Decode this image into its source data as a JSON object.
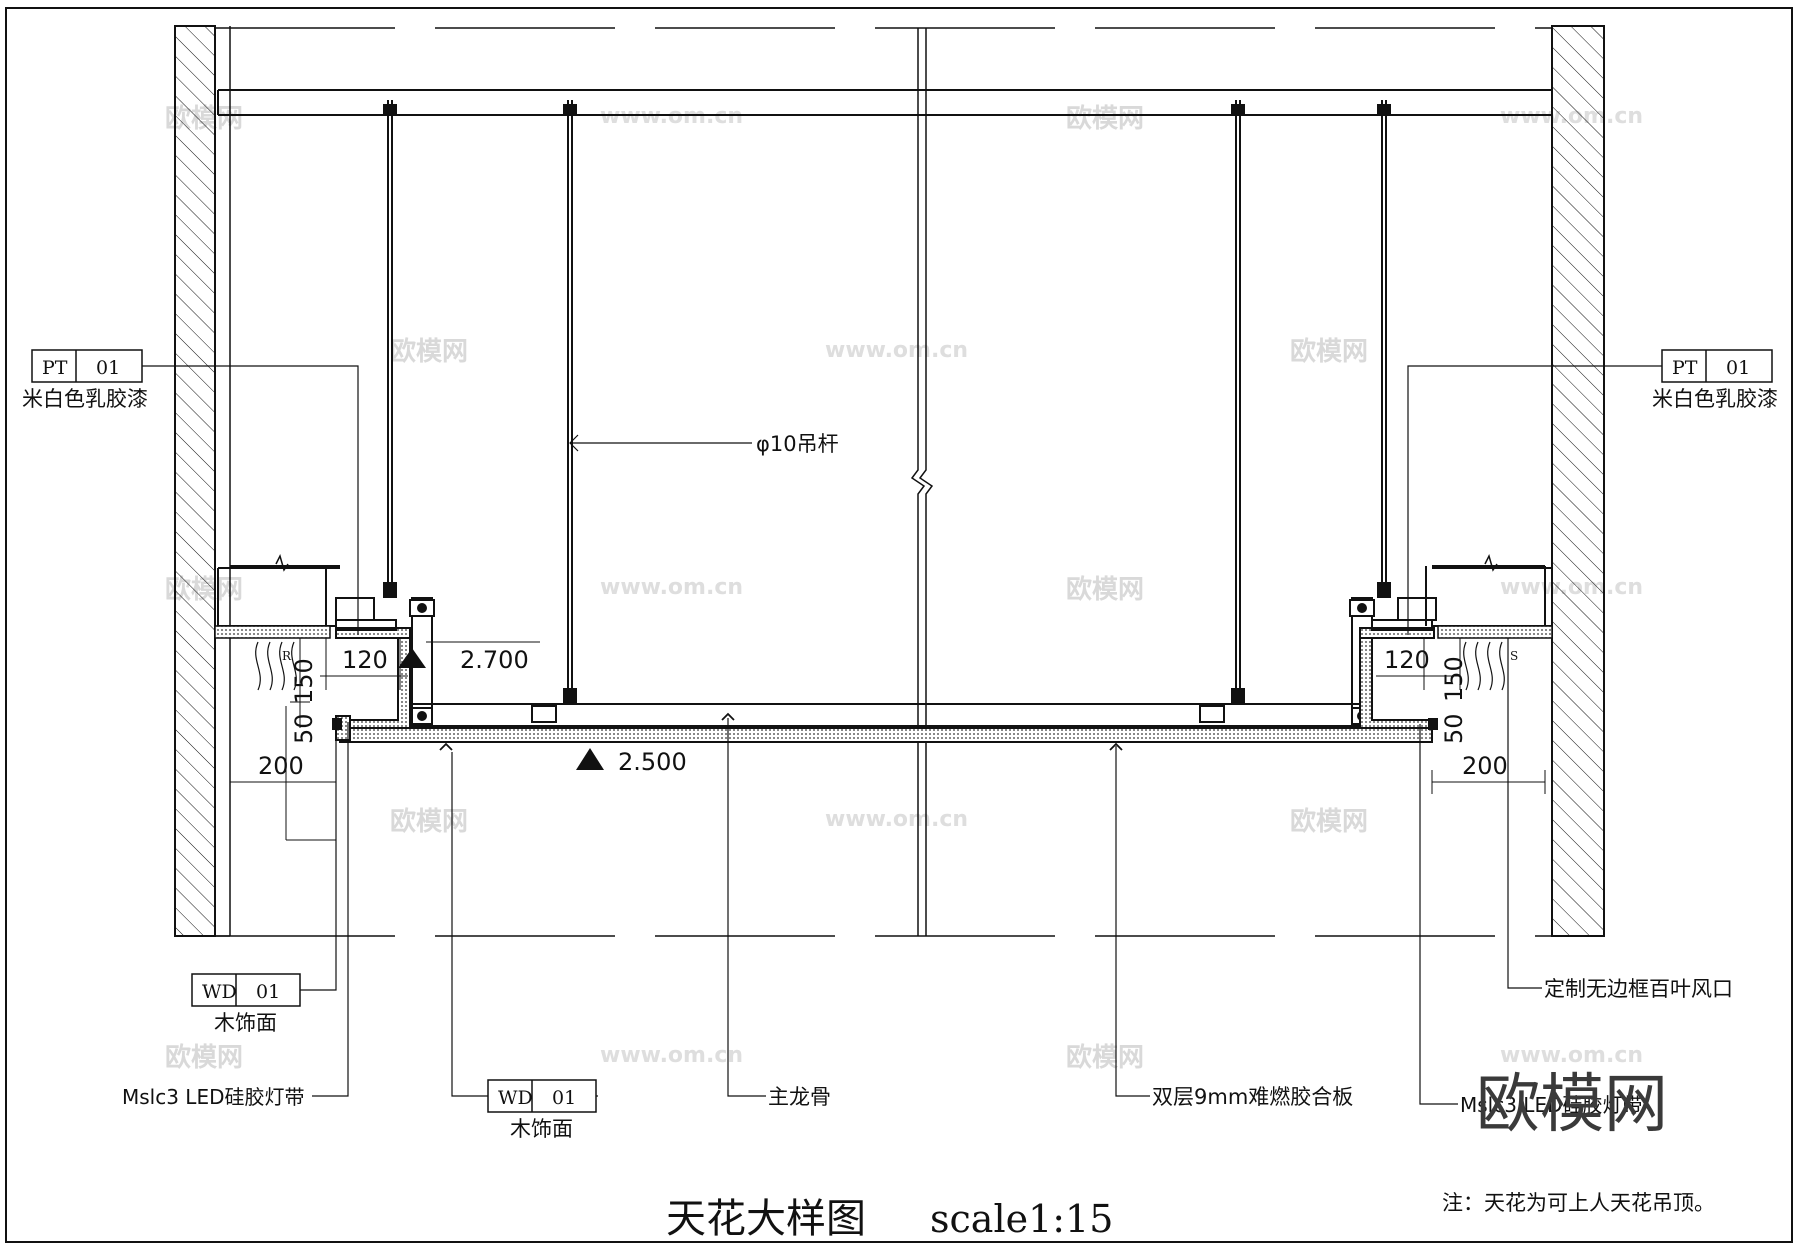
{
  "title": "天花大样图",
  "scale": "scale1:15",
  "note": "注：天花为可上人天花吊顶。",
  "elevations": {
    "upper": "2.700",
    "lower": "2.500"
  },
  "tags": {
    "pt_left": {
      "code": "PT",
      "num": "01",
      "desc": "米白色乳胶漆"
    },
    "pt_right": {
      "code": "PT",
      "num": "01",
      "desc": "米白色乳胶漆"
    },
    "wd_left": {
      "code": "WD",
      "num": "01",
      "desc": "木饰面"
    },
    "wd_center": {
      "code": "WD",
      "num": "01",
      "desc": "木饰面"
    }
  },
  "labels": {
    "hanger_rod": "φ10吊杆",
    "led_left": "Mslc3 LED硅胶灯带",
    "led_right": "Mslc3 LED硅胶灯带",
    "main_keel": "主龙骨",
    "plywood": "双层9mm难燃胶合板",
    "vent": "定制无边框百叶风口",
    "return_mark": "R",
    "supply_mark": "S"
  },
  "dimensions": {
    "left_offset": "120",
    "left_height": "150",
    "left_lip": "50",
    "left_width": "200",
    "right_offset": "120",
    "right_height": "150",
    "right_lip": "50",
    "right_width": "200"
  },
  "watermark": {
    "brand": "欧模网",
    "url": "www.om.cn"
  },
  "colors": {
    "line": "#111111",
    "watermark": "#d9d9d9"
  }
}
